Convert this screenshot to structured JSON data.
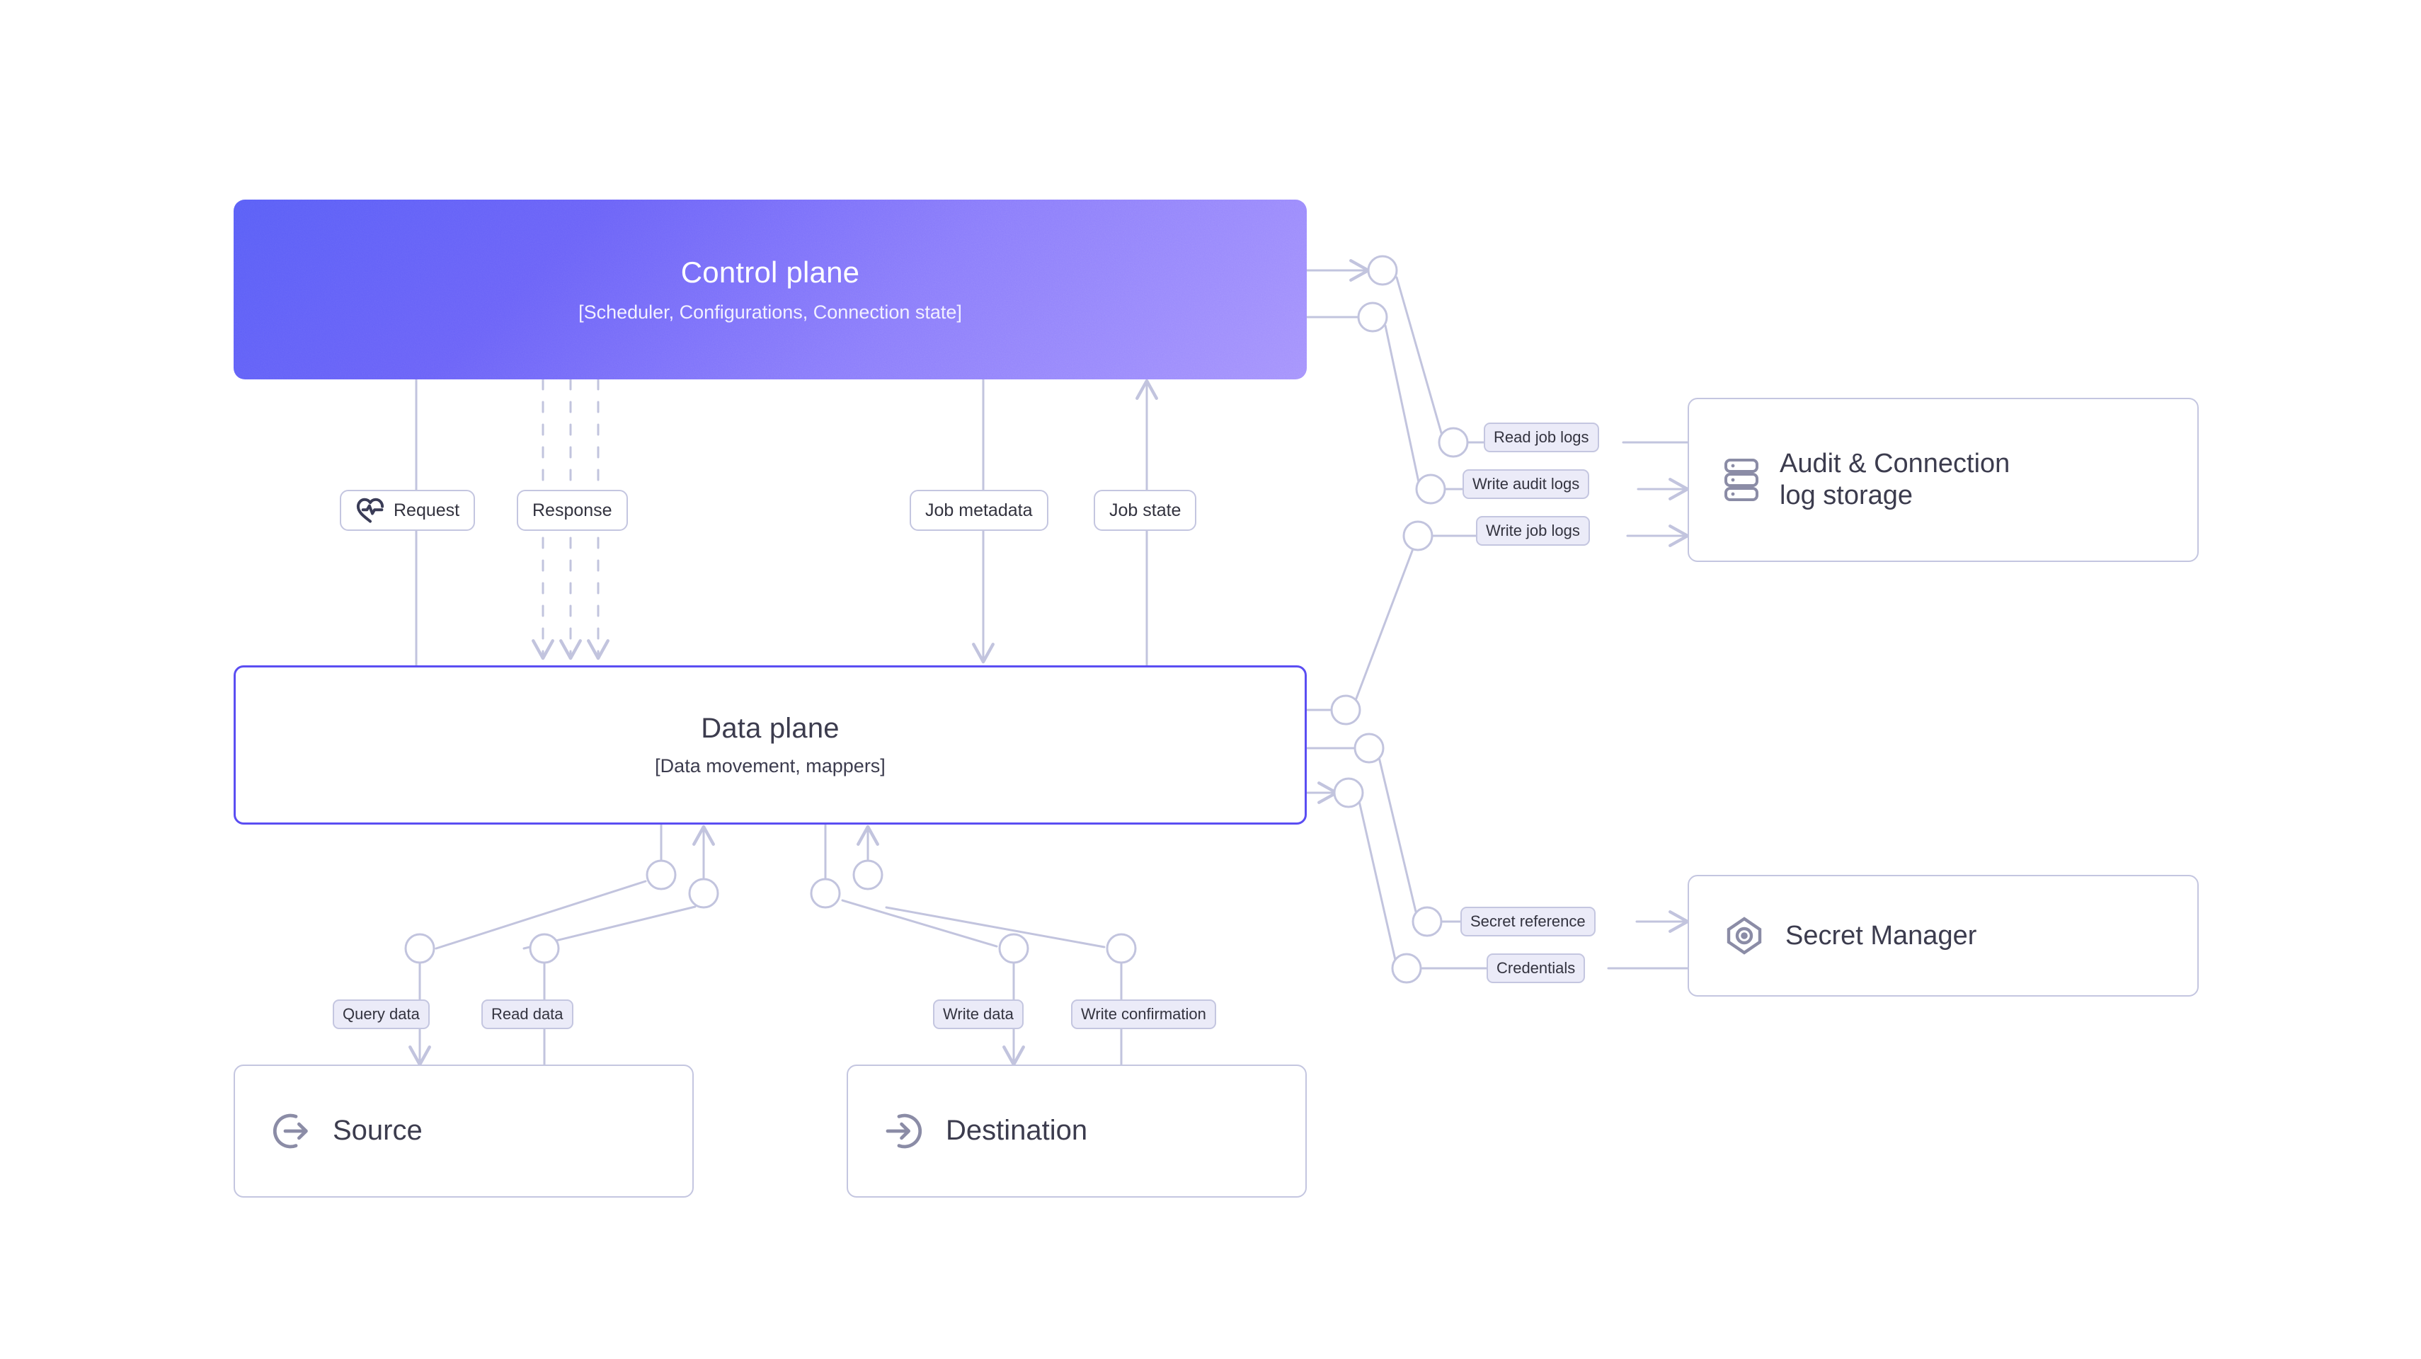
{
  "diagram": {
    "title": "Control plane / Data plane architecture",
    "colors": {
      "accent": "#5b4ef2",
      "gradient_start": "#5a5ff7",
      "gradient_end": "#a694fc",
      "wire": "#c2c4de",
      "chip_fill": "#ebebf8",
      "card_border": "#c4c6e0",
      "text_dark": "#3c3c4e",
      "icon_gray": "#8b8ca6",
      "icon_navy": "#3a3c57",
      "background": "#ffffff"
    }
  },
  "control_plane": {
    "title": "Control plane",
    "subtitle": "[Scheduler, Configurations, Connection state]"
  },
  "data_plane": {
    "title": "Data plane",
    "subtitle": "[Data movement, mappers]"
  },
  "services": {
    "audit": {
      "label": "Audit & Connection\nlog storage",
      "line1": "Audit & Connection",
      "line2": "log storage",
      "icon": "server-stack-icon"
    },
    "secret_manager": {
      "label": "Secret Manager",
      "icon": "eye-target-icon"
    },
    "source": {
      "label": "Source",
      "icon": "arrow-circle-out-icon"
    },
    "destination": {
      "label": "Destination",
      "icon": "arrow-circle-in-icon"
    }
  },
  "edge_labels": {
    "request": "Request",
    "request_icon": "pulse-heart-icon",
    "response": "Response",
    "job_metadata": "Job metadata",
    "job_state": "Job state",
    "read_job_logs": "Read job logs",
    "write_audit_logs": "Write audit logs",
    "write_job_logs": "Write job logs",
    "secret_reference": "Secret reference",
    "credentials": "Credentials",
    "query_data": "Query data",
    "read_data": "Read data",
    "write_data": "Write data",
    "write_confirmation": "Write confirmation"
  }
}
